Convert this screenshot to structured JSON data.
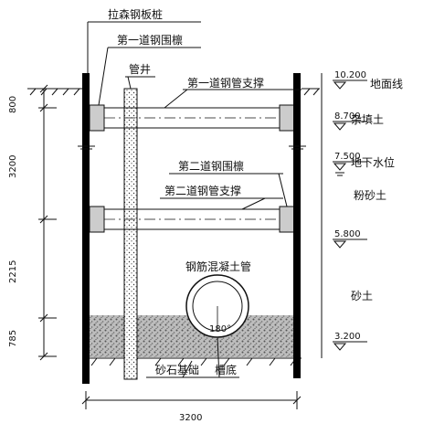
{
  "labels": {
    "sheet_pile": "拉森钢板桩",
    "first_waling": "第一道钢围檩",
    "well_pipe": "管井",
    "first_strut": "第一道钢管支撑",
    "second_waling": "第二道钢围檩",
    "second_strut": "第二道钢管支撑",
    "concrete_pipe": "钢筋混凝土管",
    "angle": "180°",
    "gravel_base": "砂石基础",
    "trench_bottom": "槽底"
  },
  "left_dimensions": [
    "800",
    "3200",
    "2215",
    "785"
  ],
  "bottom_dimension": "3200",
  "elevations": [
    {
      "value": "10.200",
      "soil": "地面线"
    },
    {
      "value": "8.700",
      "soil": "杂填土"
    },
    {
      "value": "7.500",
      "soil": "地下水位"
    },
    {
      "value": "",
      "soil": "粉砂土"
    },
    {
      "value": "5.800",
      "soil": ""
    },
    {
      "value": "",
      "soil": "砂土"
    },
    {
      "value": "3.200",
      "soil": ""
    }
  ],
  "colors": {
    "line": "#111111",
    "pile": "#000000",
    "waling": "#cccccc"
  }
}
